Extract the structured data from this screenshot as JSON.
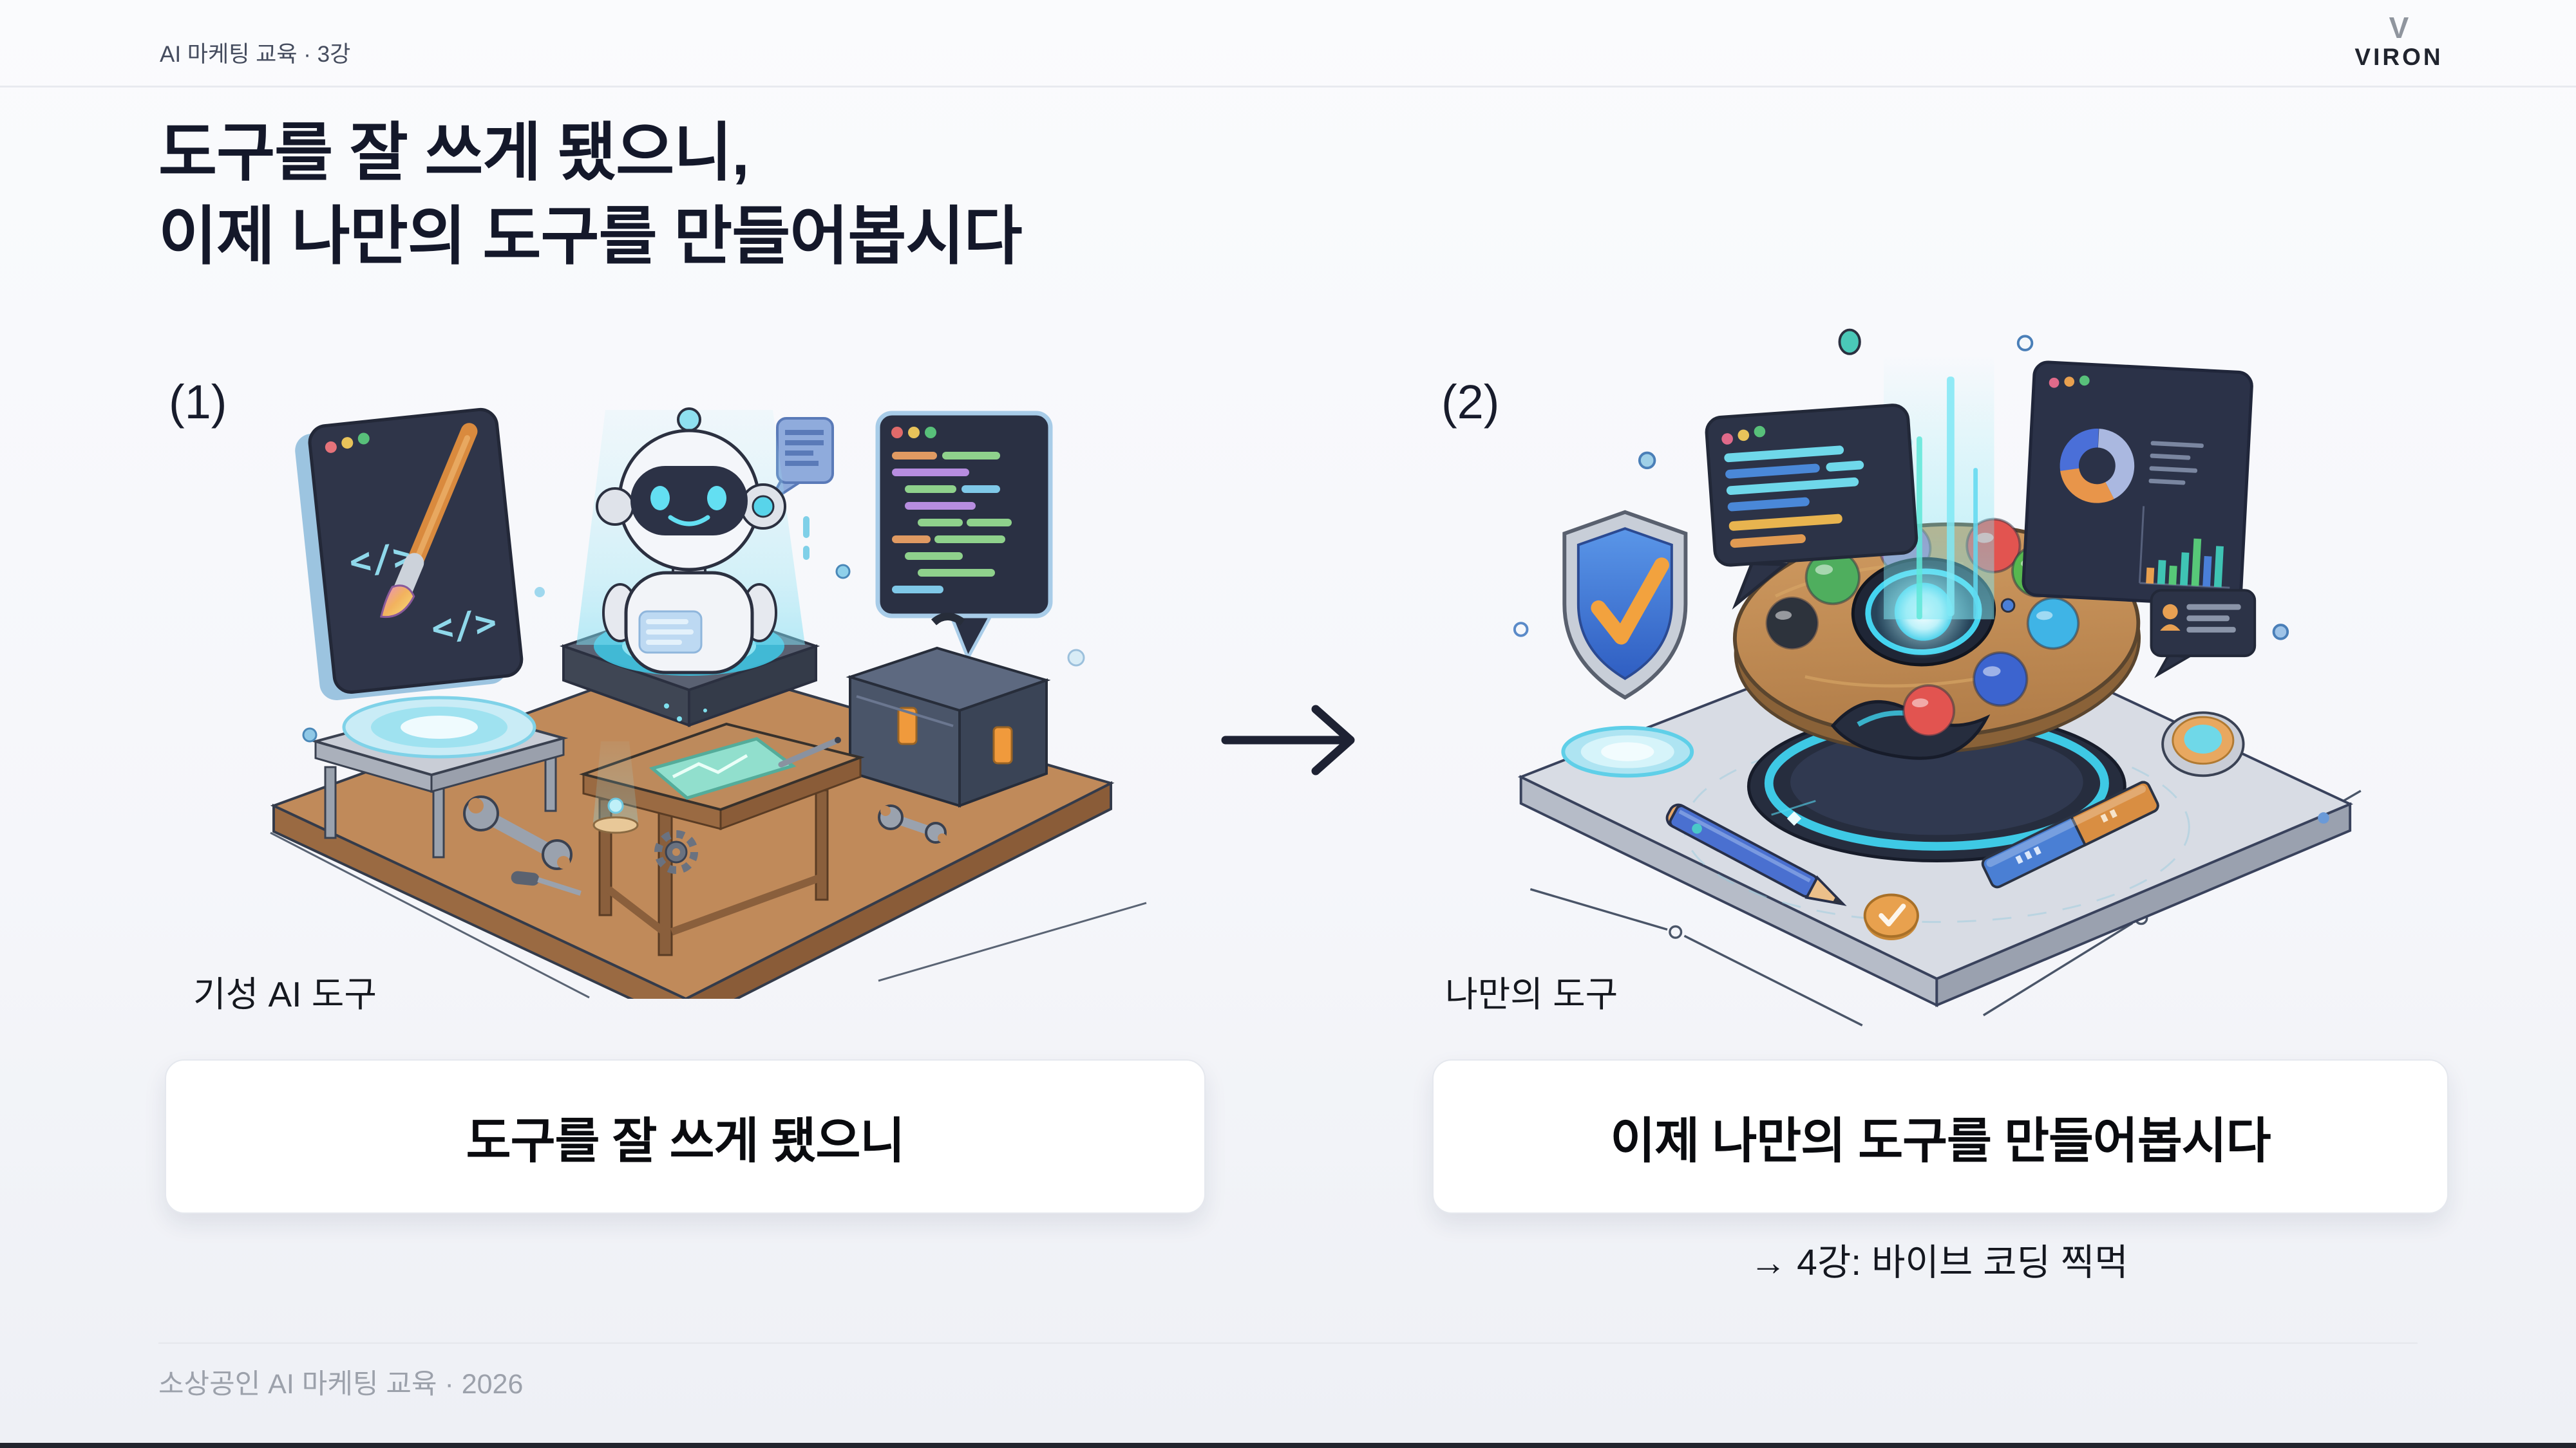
{
  "slide": {
    "header": {
      "course_label": "AI 마케팅 교육 · 3강",
      "logo_mark": "V",
      "logo_text": "VIRON"
    },
    "title": {
      "line1": "도구를 잘 쓰게 됐으니,",
      "line2": "이제 나만의 도구를 만들어봅시다"
    },
    "left_panel": {
      "index": "(1)",
      "caption": "기성 AI 도구",
      "box_text": "도구를 잘 쓰게 됐으니",
      "code_glyph": "</>",
      "illustration": "ready-made-ai-tools-workbench"
    },
    "right_panel": {
      "index": "(2)",
      "caption": "나만의 도구",
      "box_text": "이제 나만의 도구를 만들어봅시다",
      "note": "→ 4강: 바이브 코딩 찍먹",
      "illustration": "custom-tool-palette-console"
    },
    "icons": {
      "transition_arrow": "right-arrow"
    },
    "footer": {
      "text": "소상공인 AI 마케팅 교육 · 2026"
    },
    "colors": {
      "background": "#f7f8fb",
      "title_text": "#14182a",
      "muted_text": "#9ca1ab",
      "accent_cyan": "#4fd2ec",
      "wood": "#c08a5a",
      "panel_dark": "#2b3144",
      "box_bg": "#ffffff",
      "box_border": "#e5e8ee",
      "bottom_bar": "#22252e"
    }
  }
}
